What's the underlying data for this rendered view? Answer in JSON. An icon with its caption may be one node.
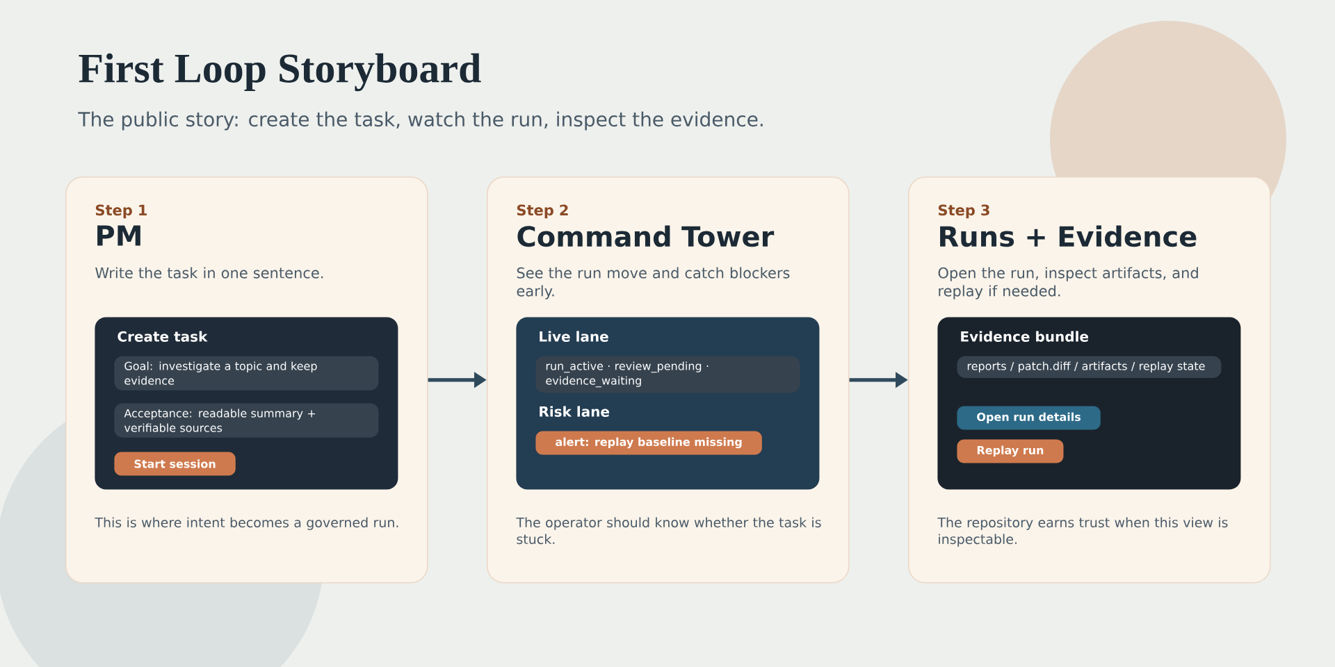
{
  "diagram": {
    "title": "First Loop Storyboard",
    "nodes": [
      {
        "text": [
          "Step 1",
          "PM",
          "Write the task in one sentence.",
          "This is where intent becomes a governed run."
        ]
      },
      {
        "text": [
          "Create task"
        ],
        "in": 0
      },
      {
        "text": [
          "Goal: investigate a topic and keep evidence"
        ],
        "in": 1
      },
      {
        "text": [
          "Acceptance: readable summary + verifiable sources"
        ],
        "in": 1
      },
      {
        "text": [
          "Start session"
        ],
        "in": 1
      },
      {
        "text": [
          "Step 2",
          "Command Tower",
          "See the run move and catch blockers early.",
          "The operator should know whether the task is stuck."
        ]
      },
      {
        "text": [
          "Live lane",
          "Risk lane"
        ],
        "in": 5
      },
      {
        "text": [
          "run_active · review_pending · evidence_waiting"
        ],
        "in": 6
      },
      {
        "text": [
          "alert: replay baseline missing"
        ],
        "in": 6
      },
      {
        "text": [
          "Step 3",
          "Runs + Evidence",
          "Open the run, inspect artifacts, and replay if needed.",
          "The repository earns trust when this view is inspectable."
        ]
      },
      {
        "text": [
          "Evidence bundle"
        ],
        "in": 9
      },
      {
        "text": [
          "reports / patch.diff / artifacts / replay state"
        ],
        "in": 10
      },
      {
        "text": [
          "Open run details"
        ],
        "in": 10
      },
      {
        "text": [
          "Replay run"
        ],
        "in": 10
      }
    ],
    "edges": [
      {
        "from": 0,
        "to": 5,
        "arrow": "to"
      },
      {
        "from": 5,
        "to": 9,
        "arrow": "to"
      }
    ],
    "labels": [
      "The public story: create the task, watch the run, inspect the evidence."
    ]
  }
}
